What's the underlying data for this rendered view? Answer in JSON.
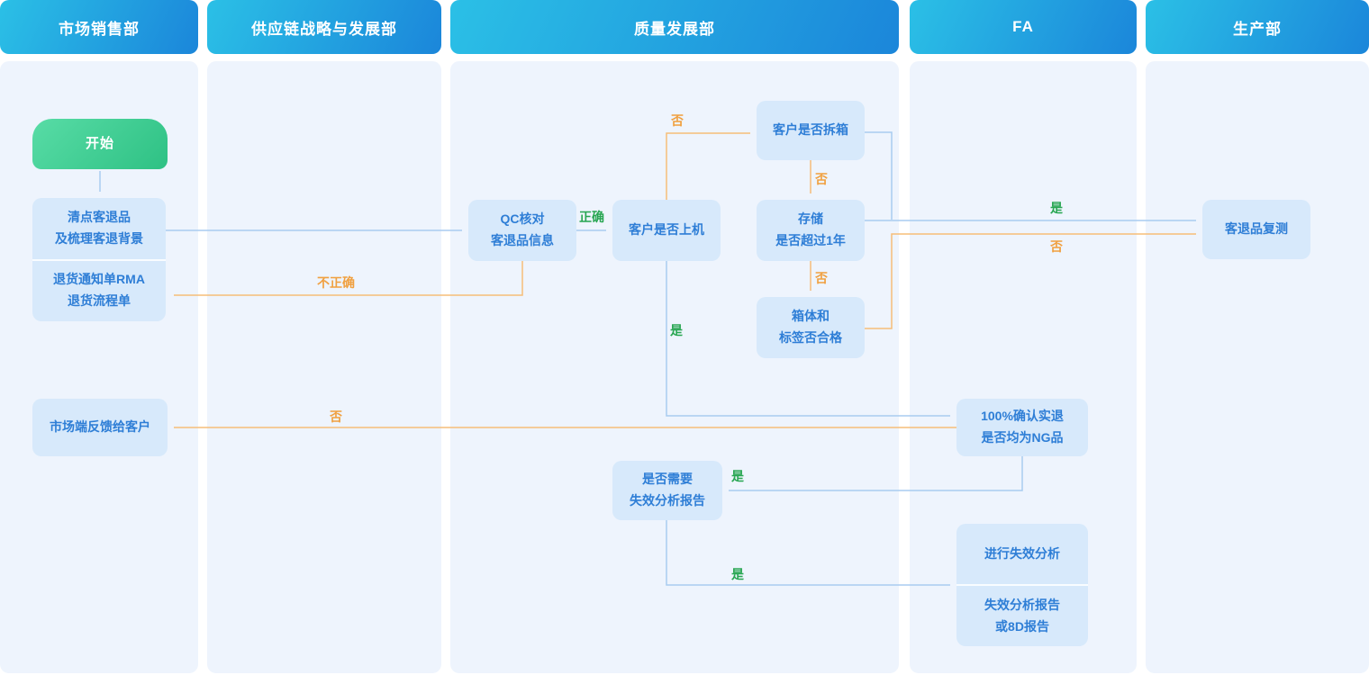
{
  "lanes": [
    {
      "title": "市场销售部"
    },
    {
      "title": "供应链战略与发展部"
    },
    {
      "title": "质量发展部"
    },
    {
      "title": "FA"
    },
    {
      "title": "生产部"
    }
  ],
  "nodes": {
    "start": {
      "label": "开始"
    },
    "inventory": {
      "line1": "清点客退品",
      "line2": "及梳理客退背景"
    },
    "rma": {
      "line1": "退货通知单RMA",
      "line2": "退货流程单"
    },
    "feedback": {
      "label": "市场端反馈给客户"
    },
    "qc": {
      "line1": "QC核对",
      "line2": "客退品信息"
    },
    "on_machine": {
      "label": "客户是否上机"
    },
    "unboxed": {
      "label": "客户是否拆箱"
    },
    "storage": {
      "line1": "存储",
      "line2": "是否超过1年"
    },
    "box_label": {
      "line1": "箱体和",
      "line2": "标签否合格"
    },
    "confirm_ng": {
      "line1": "100%确认实退",
      "line2": "是否均为NG品"
    },
    "need_fa": {
      "line1": "是否需要",
      "line2": "失效分析报告"
    },
    "do_fa": {
      "label": "进行失效分析"
    },
    "fa_report": {
      "line1": "失效分析报告",
      "line2": "或8D报告"
    },
    "retest": {
      "label": "客退品复测"
    }
  },
  "edge_labels": {
    "correct": "正确",
    "incorrect": "不正确",
    "on_machine_no": "否",
    "on_machine_yes": "是",
    "unboxed_no": "否",
    "storage_no": "否",
    "storage_yes": "是",
    "box_label_no": "否",
    "confirm_no": "否",
    "confirm_yes": "是",
    "need_fa_yes": "是"
  },
  "colors": {
    "lane_header_gradient_start": "#2bc0e6",
    "lane_header_gradient_end": "#1b86da",
    "lane_panel_bg": "#eef4fd",
    "node_bg": "#d7e9fb",
    "node_text": "#2e7ed6",
    "start_gradient_start": "#58dca6",
    "start_gradient_end": "#2ec184",
    "line_blue": "#a8ccf0",
    "line_orange": "#f6bd78",
    "label_green": "#28a652",
    "label_orange": "#f0a040"
  }
}
